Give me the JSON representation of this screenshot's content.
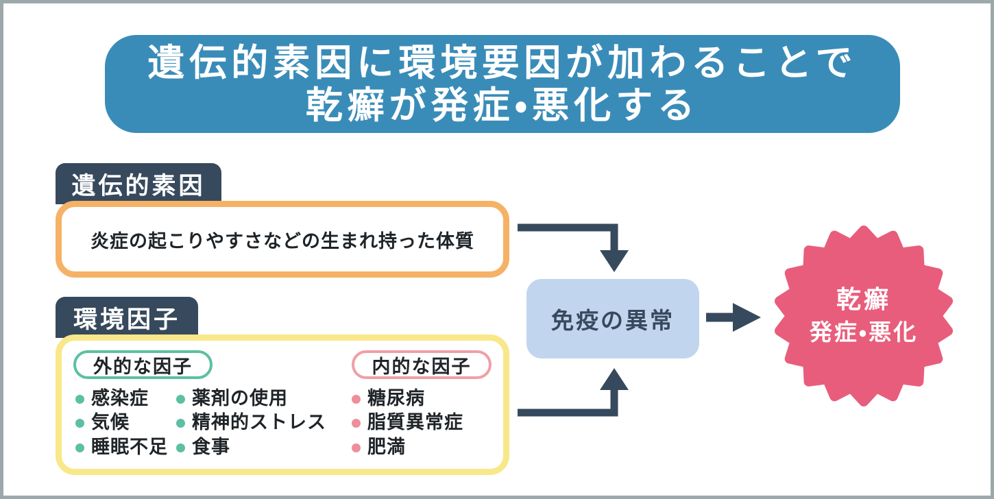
{
  "colors": {
    "c-banner": "#3a8cb8",
    "c-navy": "#37495c",
    "c-orange": "#f5b267",
    "c-yellow": "#f9e88a",
    "c-teal": "#5dbfa3",
    "c-pink": "#f09fa7",
    "c-bullet-pink": "#ee8e9a",
    "c-lightblue": "#c2d5ee",
    "c-rose": "#e85d7b",
    "c-text": "#1f2428",
    "c-frame": "#9da8ab"
  },
  "banner": {
    "line1": "遺伝的素因に環境要因が加わることで",
    "line2": "乾癬が発症・悪化する"
  },
  "genetic": {
    "label": "遺伝的素因",
    "description": "炎症の起こりやすさなどの生まれ持った体質"
  },
  "environment": {
    "label": "環境因子",
    "external": {
      "label": "外的な因子",
      "items": [
        "感染症",
        "気候",
        "睡眠不足",
        "薬剤の使用",
        "精神的ストレス",
        "食事"
      ]
    },
    "internal": {
      "label": "内的な因子",
      "items": [
        "糖尿病",
        "脂質異常症",
        "肥満"
      ]
    }
  },
  "immune": {
    "label": "免疫の異常"
  },
  "outcome": {
    "line1": "乾癬",
    "line2": "発症・悪化"
  }
}
